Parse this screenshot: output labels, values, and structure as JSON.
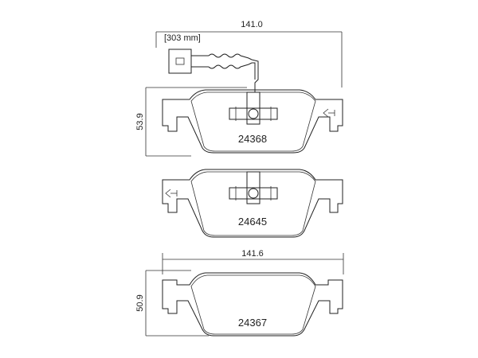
{
  "dimensions": {
    "top_width": "141.0",
    "top_height": "53.9",
    "bottom_width": "141.6",
    "bottom_height": "50.9"
  },
  "sensor": {
    "cable_length": "[303 mm]"
  },
  "pads": [
    {
      "part_number": "24368"
    },
    {
      "part_number": "24645"
    },
    {
      "part_number": "24367"
    }
  ]
}
